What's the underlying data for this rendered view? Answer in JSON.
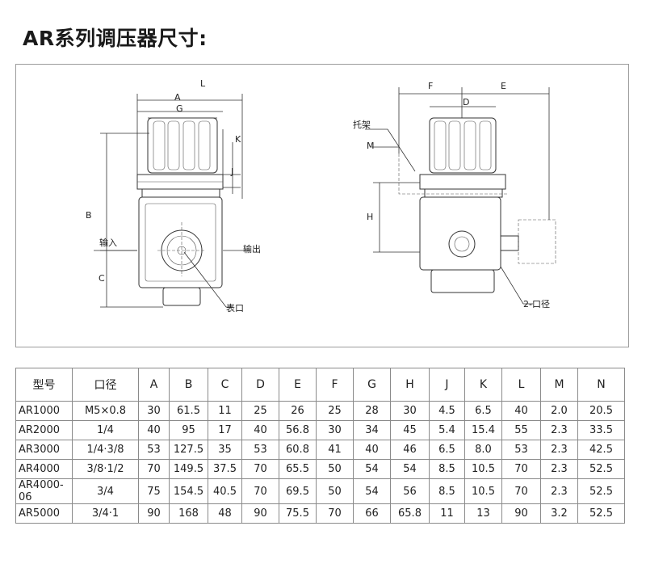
{
  "title": "AR系列调压器尺寸:",
  "drawing": {
    "left_labels": {
      "L": "L",
      "A": "A",
      "G": "G",
      "K": "K",
      "J": "J",
      "B": "B",
      "C": "C",
      "inlet": "输入",
      "outlet": "输出",
      "gauge_port": "表口"
    },
    "right_labels": {
      "F": "F",
      "E": "E",
      "D": "D",
      "bracket": "托架",
      "M": "M",
      "H": "H",
      "port_size": "2-口径"
    }
  },
  "table": {
    "headers": [
      "型号",
      "口径",
      "A",
      "B",
      "C",
      "D",
      "E",
      "F",
      "G",
      "H",
      "J",
      "K",
      "L",
      "M",
      "N"
    ],
    "rows": [
      [
        "AR1000",
        "M5×0.8",
        "30",
        "61.5",
        "11",
        "25",
        "26",
        "25",
        "28",
        "30",
        "4.5",
        "6.5",
        "40",
        "2.0",
        "20.5"
      ],
      [
        "AR2000",
        "1/4",
        "40",
        "95",
        "17",
        "40",
        "56.8",
        "30",
        "34",
        "45",
        "5.4",
        "15.4",
        "55",
        "2.3",
        "33.5"
      ],
      [
        "AR3000",
        "1/4·3/8",
        "53",
        "127.5",
        "35",
        "53",
        "60.8",
        "41",
        "40",
        "46",
        "6.5",
        "8.0",
        "53",
        "2.3",
        "42.5"
      ],
      [
        "AR4000",
        "3/8·1/2",
        "70",
        "149.5",
        "37.5",
        "70",
        "65.5",
        "50",
        "54",
        "54",
        "8.5",
        "10.5",
        "70",
        "2.3",
        "52.5"
      ],
      [
        "AR4000-06",
        "3/4",
        "75",
        "154.5",
        "40.5",
        "70",
        "69.5",
        "50",
        "54",
        "56",
        "8.5",
        "10.5",
        "70",
        "2.3",
        "52.5"
      ],
      [
        "AR5000",
        "3/4·1",
        "90",
        "168",
        "48",
        "90",
        "75.5",
        "70",
        "66",
        "65.8",
        "11",
        "13",
        "90",
        "3.2",
        "52.5"
      ]
    ]
  }
}
